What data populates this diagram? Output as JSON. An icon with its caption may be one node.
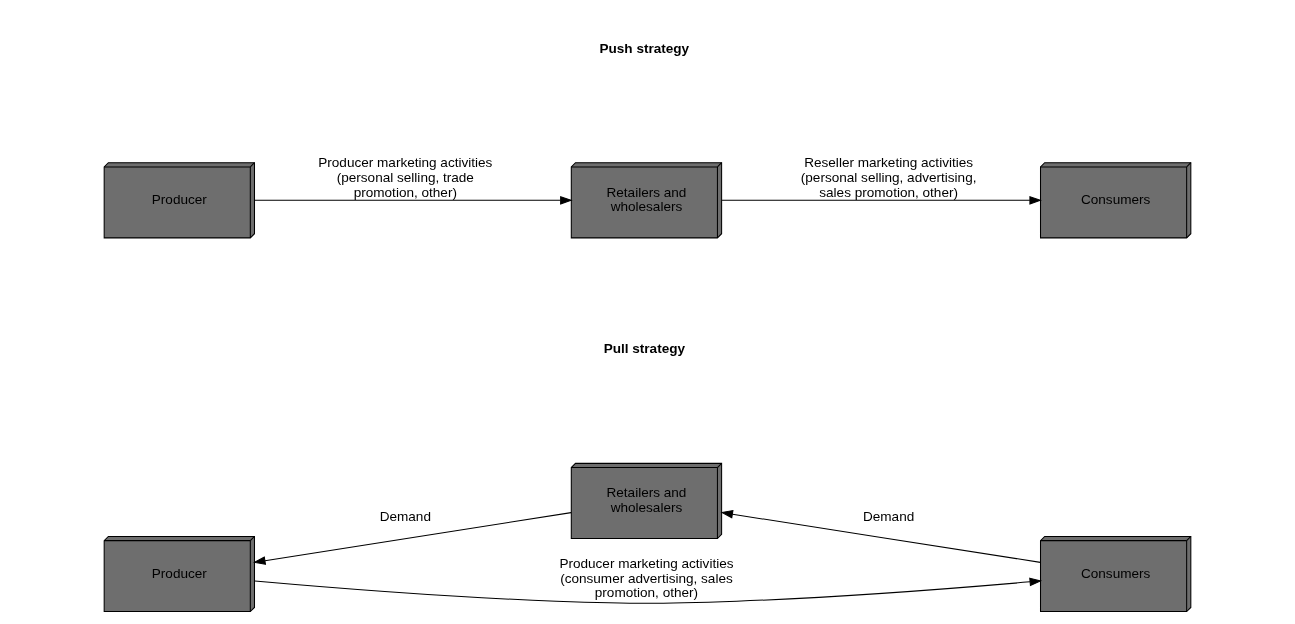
{
  "diagram": {
    "nodes": [
      {
        "text": [
          "Producer"
        ]
      },
      {
        "text": [
          "Retailers and wholesalers"
        ]
      },
      {
        "text": [
          "Consumers"
        ]
      },
      {
        "text": [
          "Producer"
        ]
      },
      {
        "text": [
          "Retailers and wholesalers"
        ]
      },
      {
        "text": [
          "Consumers"
        ]
      }
    ],
    "edges": [
      {
        "from": 0,
        "to": 1,
        "arrow": "to",
        "label": "Producer marketing activities (personal selling, trade promotion, other)"
      },
      {
        "from": 1,
        "to": 2,
        "arrow": "to",
        "label": "Reseller marketing activities (personal selling, advertising, sales promotion, other)"
      },
      {
        "from": 4,
        "to": 3,
        "arrow": "to",
        "label": "Demand"
      },
      {
        "from": 5,
        "to": 4,
        "arrow": "to",
        "label": "Demand"
      },
      {
        "from": 3,
        "to": 5,
        "arrow": "to",
        "label": "Producer marketing activities (consumer advertising, sales promotion, other)"
      }
    ],
    "labels": [
      "Push strategy",
      "Pull strategy"
    ]
  }
}
